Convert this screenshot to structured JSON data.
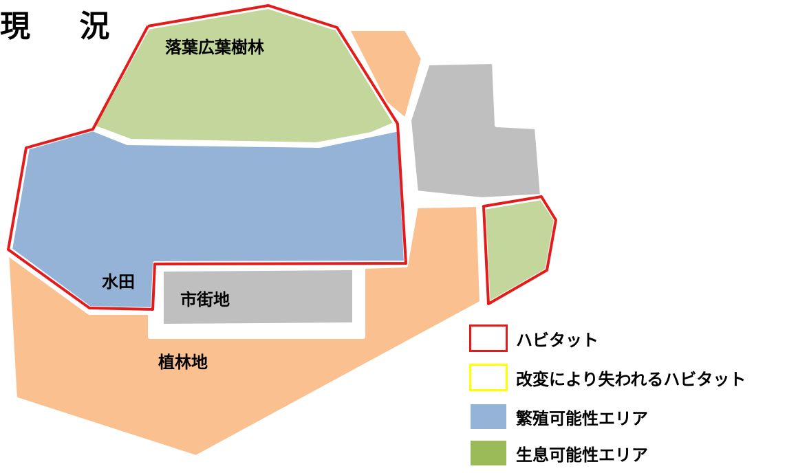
{
  "title": "現 況",
  "map": {
    "regions": [
      {
        "id": "deciduous-forest",
        "label": "落葉広葉樹林",
        "fill": "#c3d69b",
        "habitat": true
      },
      {
        "id": "paddy-field",
        "label": "水田",
        "fill": "#95b3d7",
        "habitat": true
      },
      {
        "id": "urban-area",
        "label": "市街地",
        "fill": "#bfbfbf",
        "habitat": false
      },
      {
        "id": "plantation-forest",
        "label": "植林地",
        "fill": "#fac090",
        "habitat": false
      },
      {
        "id": "small-green-area",
        "label": "",
        "fill": "#c3d69b",
        "habitat": true
      },
      {
        "id": "gray-area-northeast",
        "label": "",
        "fill": "#bfbfbf",
        "habitat": false
      },
      {
        "id": "orange-area-north",
        "label": "",
        "fill": "#fac090",
        "habitat": false
      }
    ],
    "habitat_outline_color": "#e31b1b"
  },
  "legend": [
    {
      "label": "ハビタット",
      "style": "outline",
      "color": "#e31b1b"
    },
    {
      "label": "改変により失われるハビタット",
      "style": "outline",
      "color": "#ffff00"
    },
    {
      "label": "繁殖可能性エリア",
      "style": "fill",
      "color": "#95b3d7"
    },
    {
      "label": "生息可能性エリア",
      "style": "fill",
      "color": "#9bbb59"
    }
  ]
}
